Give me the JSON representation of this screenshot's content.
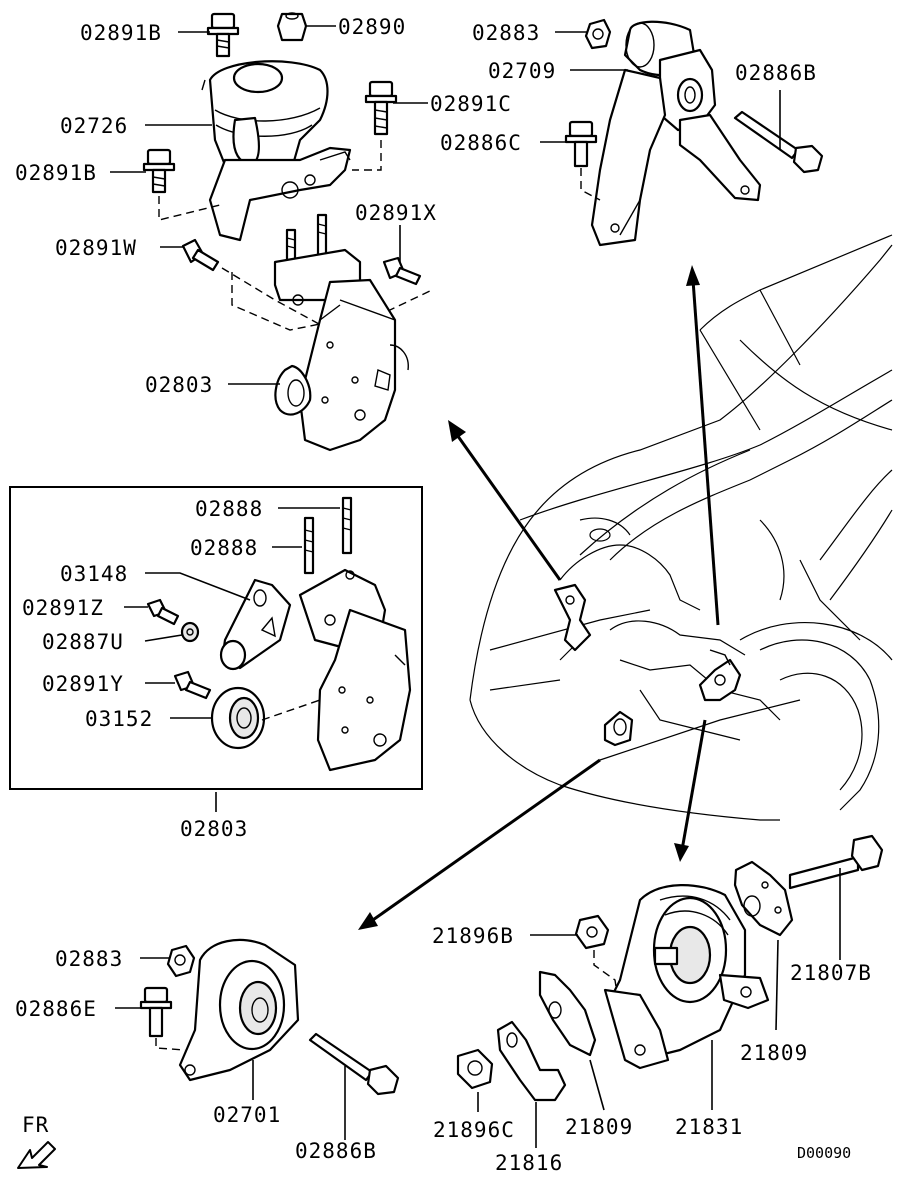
{
  "labels": {
    "p02891B_top": "02891B",
    "p02890": "02890",
    "p02726": "02726",
    "p02891C": "02891C",
    "p02891B_left": "02891B",
    "p02891W": "02891W",
    "p02891X": "02891X",
    "p02803_top": "02803",
    "p02883_top": "02883",
    "p02709": "02709",
    "p02886B_top": "02886B",
    "p02886C": "02886C",
    "p02888_a": "02888",
    "p02888_b": "02888",
    "p03148": "03148",
    "p02891Z": "02891Z",
    "p02887U": "02887U",
    "p02891Y": "02891Y",
    "p03152": "03152",
    "p02803_box": "02803",
    "p02883_bottom": "02883",
    "p02886E": "02886E",
    "p02701": "02701",
    "p02886B_bottom": "02886B",
    "p21896B": "21896B",
    "p21807B": "21807B",
    "p21809_right": "21809",
    "p21896C": "21896C",
    "p21809_mid": "21809",
    "p21831": "21831",
    "p21816": "21816"
  },
  "direction": "FR",
  "drawing_code": "D00090"
}
